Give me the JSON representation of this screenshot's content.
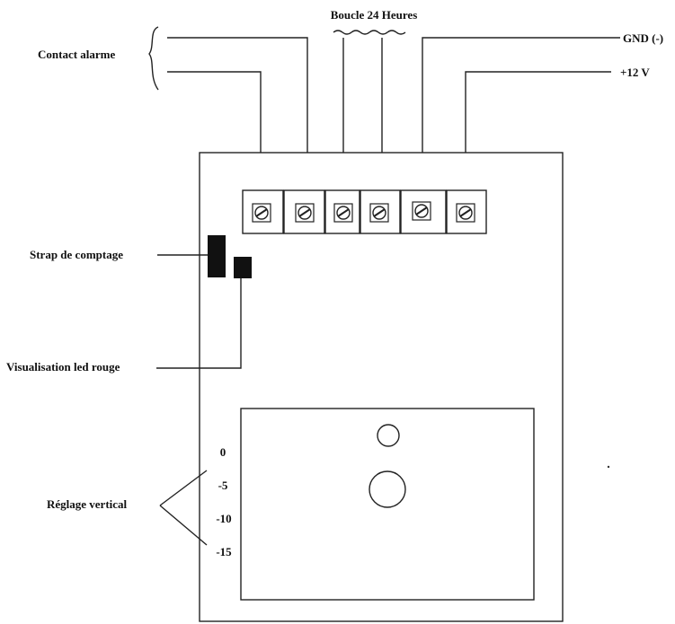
{
  "labels": {
    "loop_24h": "Boucle 24 Heures",
    "alarm_contact": "Contact alarme",
    "gnd": "GND (-)",
    "plus12v": "+12 V",
    "count_strap": "Strap de comptage",
    "red_led": "Visualisation led rouge",
    "vertical_adjust": "Réglage vertical"
  },
  "scale_marks": [
    "0",
    "-5",
    "-10",
    "-15"
  ],
  "terminals": [
    "terminal-1",
    "terminal-2",
    "terminal-3",
    "terminal-4",
    "terminal-5",
    "terminal-6"
  ],
  "colors": {
    "line": "#222222",
    "fill_dark": "#111111",
    "background": "#ffffff"
  }
}
